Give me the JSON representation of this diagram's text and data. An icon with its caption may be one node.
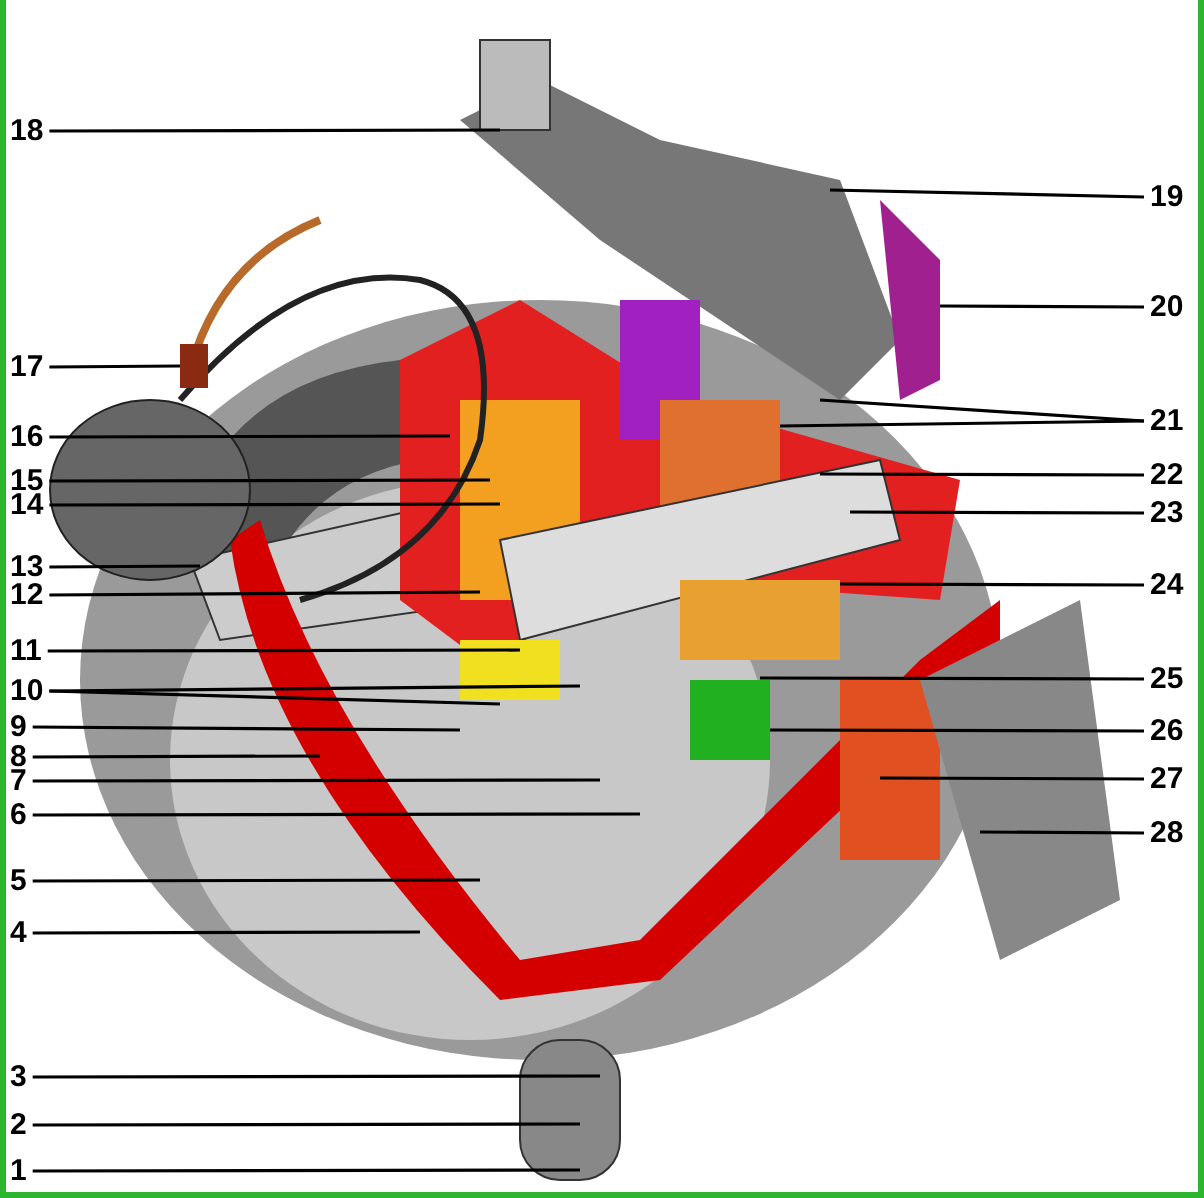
{
  "diagram": {
    "nodes": [
      {
        "text": [
          "1"
        ]
      },
      {
        "text": [
          "2"
        ]
      },
      {
        "text": [
          "3"
        ]
      },
      {
        "text": [
          "4"
        ]
      },
      {
        "text": [
          "5"
        ]
      },
      {
        "text": [
          "6"
        ]
      },
      {
        "text": [
          "7"
        ]
      },
      {
        "text": [
          "8"
        ]
      },
      {
        "text": [
          "9"
        ]
      },
      {
        "text": [
          "10"
        ]
      },
      {
        "text": [
          "11"
        ]
      },
      {
        "text": [
          "12"
        ]
      },
      {
        "text": [
          "13"
        ]
      },
      {
        "text": [
          "14"
        ]
      },
      {
        "text": [
          "15"
        ]
      },
      {
        "text": [
          "16"
        ]
      },
      {
        "text": [
          "17"
        ]
      },
      {
        "text": [
          "18"
        ]
      },
      {
        "text": [
          "19"
        ]
      },
      {
        "text": [
          "20"
        ]
      },
      {
        "text": [
          "21"
        ]
      },
      {
        "text": [
          "22"
        ]
      },
      {
        "text": [
          "23"
        ]
      },
      {
        "text": [
          "24"
        ]
      },
      {
        "text": [
          "25"
        ]
      },
      {
        "text": [
          "26"
        ]
      },
      {
        "text": [
          "27"
        ]
      },
      {
        "text": [
          "28"
        ]
      }
    ],
    "edges": [
      {
        "from": 0,
        "to": null,
        "arrow": "none"
      },
      {
        "from": 1,
        "to": null,
        "arrow": "none"
      },
      {
        "from": 2,
        "to": null,
        "arrow": "none"
      },
      {
        "from": 3,
        "to": null,
        "arrow": "none"
      },
      {
        "from": 4,
        "to": null,
        "arrow": "none"
      },
      {
        "from": 5,
        "to": null,
        "arrow": "none"
      },
      {
        "from": 6,
        "to": null,
        "arrow": "none"
      },
      {
        "from": 7,
        "to": null,
        "arrow": "none"
      },
      {
        "from": 8,
        "to": null,
        "arrow": "none"
      },
      {
        "from": 9,
        "to": null,
        "arrow": "none"
      },
      {
        "from": 9,
        "to": null,
        "arrow": "none"
      },
      {
        "from": 10,
        "to": null,
        "arrow": "none"
      },
      {
        "from": 11,
        "to": null,
        "arrow": "none"
      },
      {
        "from": 12,
        "to": null,
        "arrow": "none"
      },
      {
        "from": 13,
        "to": null,
        "arrow": "none"
      },
      {
        "from": 14,
        "to": null,
        "arrow": "none"
      },
      {
        "from": 15,
        "to": null,
        "arrow": "none"
      },
      {
        "from": 16,
        "to": null,
        "arrow": "none"
      },
      {
        "from": 17,
        "to": null,
        "arrow": "none"
      },
      {
        "from": 18,
        "to": null,
        "arrow": "none"
      },
      {
        "from": 19,
        "to": null,
        "arrow": "none"
      },
      {
        "from": 20,
        "to": null,
        "arrow": "none"
      },
      {
        "from": 20,
        "to": null,
        "arrow": "none"
      },
      {
        "from": 21,
        "to": null,
        "arrow": "none"
      },
      {
        "from": 22,
        "to": null,
        "arrow": "none"
      },
      {
        "from": 23,
        "to": null,
        "arrow": "none"
      },
      {
        "from": 24,
        "to": null,
        "arrow": "none"
      },
      {
        "from": 25,
        "to": null,
        "arrow": "none"
      },
      {
        "from": 26,
        "to": null,
        "arrow": "none"
      },
      {
        "from": 27,
        "to": null,
        "arrow": "none"
      }
    ]
  }
}
